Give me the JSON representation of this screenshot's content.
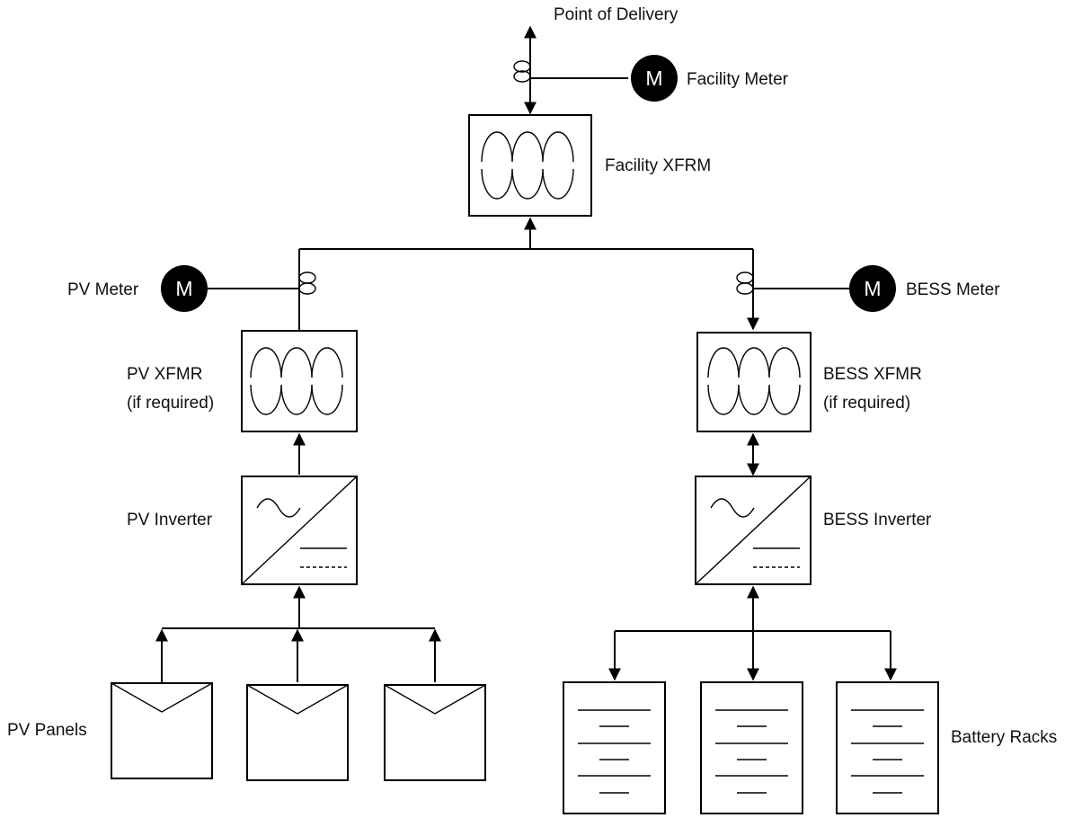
{
  "labels": {
    "point_of_delivery": "Point of Delivery",
    "facility_meter": "Facility Meter",
    "facility_xfrm": "Facility XFRM",
    "pv_meter": "PV Meter",
    "bess_meter": "BESS Meter",
    "pv_xfmr_line1": "PV XFMR",
    "pv_xfmr_line2": "(if required)",
    "bess_xfmr_line1": "BESS XFMR",
    "bess_xfmr_line2": "(if required)",
    "pv_inverter": "PV Inverter",
    "bess_inverter": "BESS Inverter",
    "pv_panels": "PV Panels",
    "battery_racks": "Battery Racks"
  },
  "meter_symbol": "M",
  "colors": {
    "line": "#000000",
    "meter_fill": "#000000",
    "meter_text": "#ffffff",
    "background": "#ffffff"
  }
}
